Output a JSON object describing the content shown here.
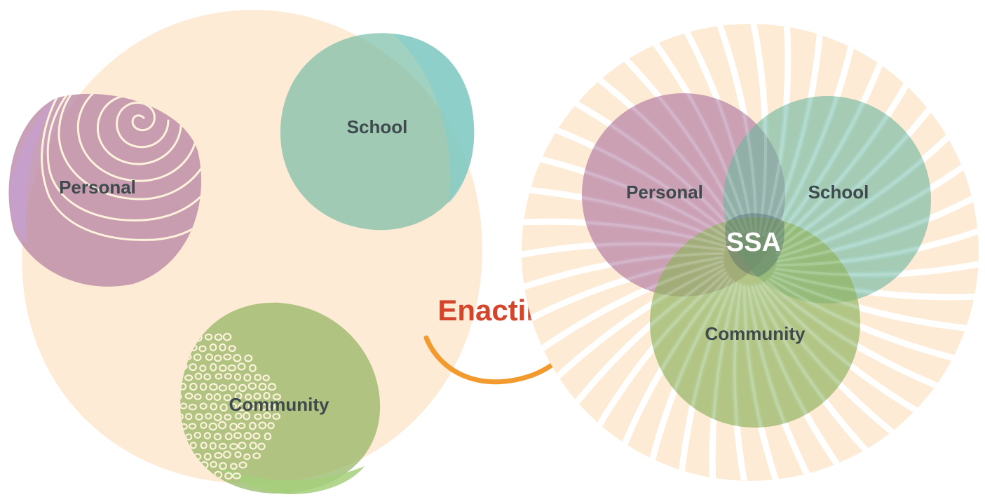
{
  "left_diagram": {
    "personal_label": "Personal",
    "school_label": "School",
    "community_label": "Community"
  },
  "right_diagram": {
    "personal_label": "Personal",
    "school_label": "School",
    "community_label": "Community",
    "center_label": "SSA"
  },
  "transition": {
    "label": "Enacting"
  },
  "colors": {
    "background_blob": "#fdebd6",
    "personal": "#b987a5",
    "school": "#6fb8a0",
    "school_edge": "#7fd0d0",
    "community": "#8fb25d",
    "community_edge": "#a4cf7a",
    "label_text": "#3e4a4e",
    "accent_red": "#d5452c",
    "accent_orange": "#f29a2e",
    "pattern_cream": "#fdf2dc"
  }
}
